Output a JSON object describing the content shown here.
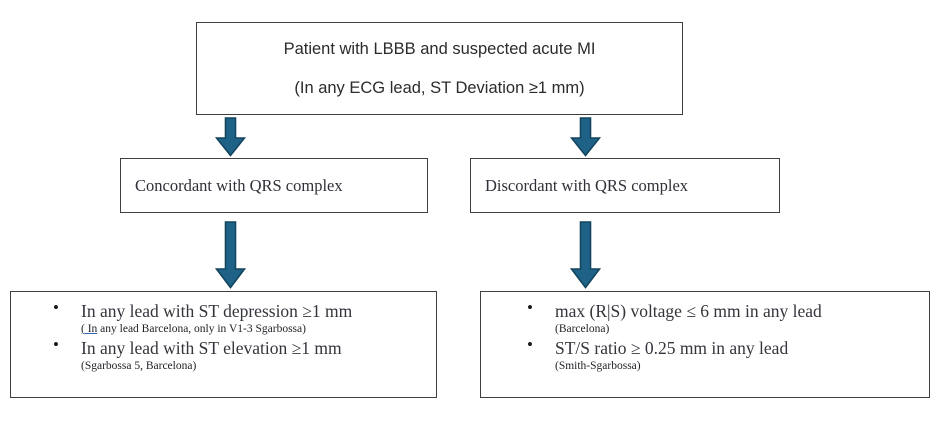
{
  "diagram": {
    "title": "LBBB acute MI ECG criteria flowchart",
    "accent_color": "#1f6287",
    "accent_outline_color": "#14455f",
    "box_border_color": "#3f3f3f",
    "annotation_underline_color": "#2f5fb0"
  },
  "top": {
    "line1": "Patient with LBBB and suspected acute MI",
    "line2": "(In any ECG lead, ST Deviation ≥1 mm)"
  },
  "branches": {
    "left": {
      "label": "Concordant with QRS complex"
    },
    "right": {
      "label": "Discordant with QRS complex"
    }
  },
  "arrows": [
    {
      "name": "arrow-top-to-concordant"
    },
    {
      "name": "arrow-top-to-discordant"
    },
    {
      "name": "arrow-concordant-to-criteria"
    },
    {
      "name": "arrow-discordant-to-criteria"
    }
  ],
  "criteria": {
    "left": {
      "items": [
        {
          "main": "In any lead with ST depression ≥1 mm",
          "sub_prefix": "( In",
          "sub_rest": " any lead Barcelona, only in V1-3 Sgarbossa)"
        },
        {
          "main": "In any lead with ST elevation ≥1 mm",
          "sub": "(Sgarbossa 5, Barcelona)"
        }
      ]
    },
    "right": {
      "items": [
        {
          "main": "max (R|S) voltage ≤ 6 mm in any lead",
          "sub": "(Barcelona)"
        },
        {
          "main": "ST/S ratio ≥ 0.25 mm in any lead",
          "sub": "(Smith-Sgarbossa)"
        }
      ]
    }
  }
}
